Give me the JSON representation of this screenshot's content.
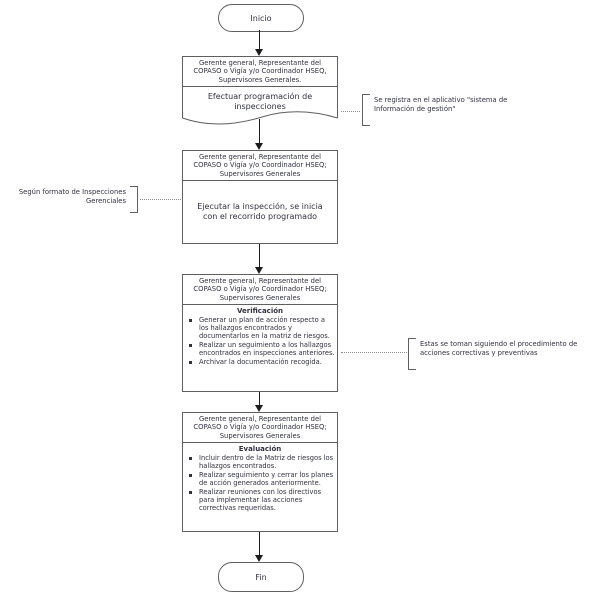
{
  "flow": {
    "start_label": "Inicio",
    "end_label": "Fin",
    "box1": {
      "header": "Gerente general, Representante del COPASO o Vigía y/o Coordinador HSEQ, Supervisores Generales.",
      "body": "Efectuar programación de inspecciones"
    },
    "note_registro": "Se registra en el aplicativo \"sistema de Información de gestión\"",
    "box2": {
      "header": "Gerente general, Representante del COPASO o Vigía y/o Coordinador HSEQ; Supervisores Generales",
      "body": "Ejecutar la inspección, se inicia con el recorrido programado"
    },
    "note_formato": "Según formato de Inspecciones Gerenciales",
    "box3": {
      "header": "Gerente general, Representante del COPASO o Vigía y/o Coordinador HSEQ; Supervisores Generales",
      "title": "Verificación",
      "bullets": [
        "Generar un plan de acción respecto a los hallazgos encontrados y documentarlos en la matriz de riesgos.",
        "Realizar un seguimiento a los hallazgos encontrados en inspecciones anteriores.",
        "Archivar la documentación recogida."
      ]
    },
    "note_acciones": "Estas se toman siguiendo el procedimiento de acciones correctivas y preventivas",
    "box4": {
      "header": "Gerente general, Representante del COPASO o Vigía y/o Coordinador HSEQ; Supervisores Generales",
      "title": "Evaluación",
      "bullets": [
        "Incluir dentro de la Matriz de riesgos los hallazgos encontrados.",
        "Realizar seguimiento y cerrar los planes de acción generados anteriormente.",
        "Realizar reuniones con los directivos para implementar las acciones correctivas requeridas."
      ]
    }
  },
  "colors": {
    "border": "#5f5f5f",
    "line": "#1c1c1c",
    "text": "#30303f",
    "dotted": "#8a8a8a",
    "bg": "#ffffff"
  }
}
